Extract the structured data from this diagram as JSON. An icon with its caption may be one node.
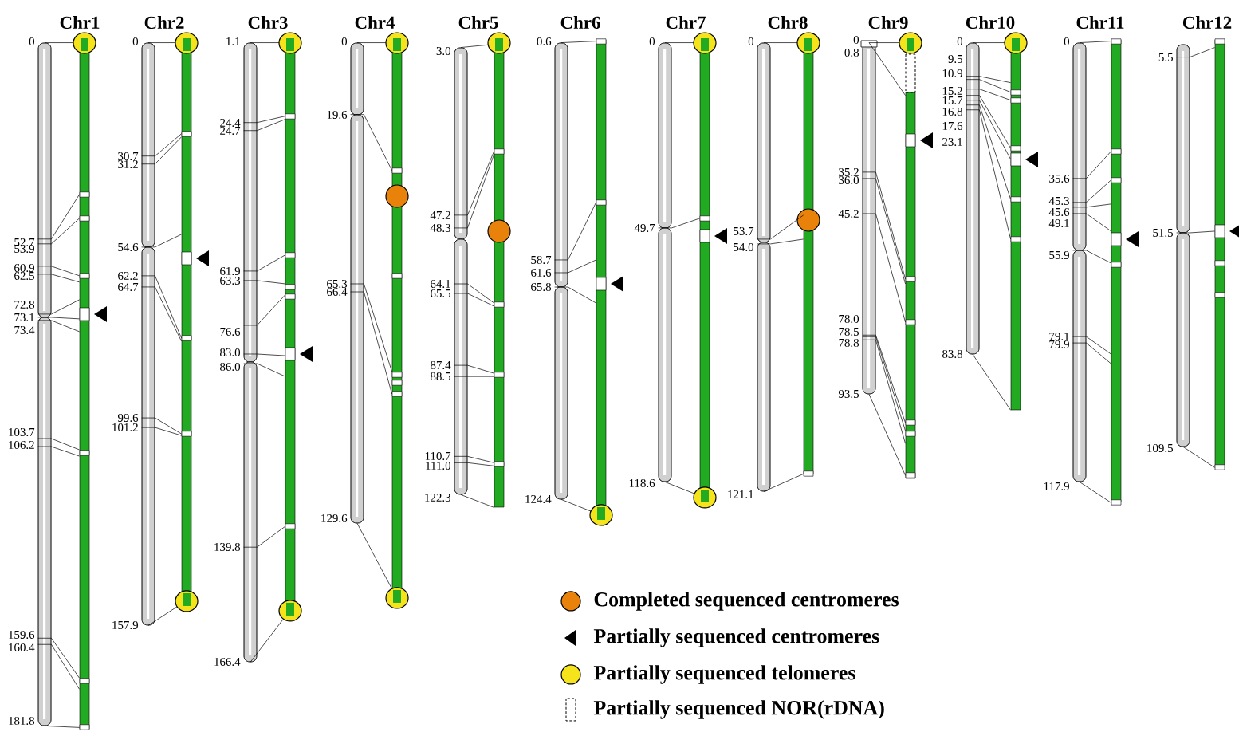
{
  "diagram": {
    "nodes": [
      {
        "text": [],
        "shape": "bar",
        "beside": [
          "0",
          "52.7",
          "53.9",
          "60.9",
          "62.5",
          "72.8",
          "73.1",
          "73.4",
          "103.7",
          "106.2",
          "159.6",
          "160.4",
          "181.8"
        ]
      },
      {
        "text": [],
        "shape": "bar"
      },
      {
        "text": [],
        "shape": "bar",
        "beside": [
          "0",
          "30.7",
          "31.2",
          "54.6",
          "62.2",
          "64.7",
          "99.6",
          "101.2",
          "157.9"
        ]
      },
      {
        "text": [],
        "shape": "bar"
      },
      {
        "text": [],
        "shape": "bar",
        "beside": [
          "1.1",
          "24.4",
          "24.7",
          "61.9",
          "63.3",
          "76.6",
          "83.0",
          "86.0",
          "139.8",
          "166.4"
        ]
      },
      {
        "text": [],
        "shape": "bar"
      },
      {
        "text": [],
        "shape": "bar",
        "beside": [
          "0",
          "19.6",
          "65.3",
          "66.4",
          "129.6"
        ]
      },
      {
        "text": [],
        "shape": "bar"
      },
      {
        "text": [],
        "shape": "bar",
        "beside": [
          "3.0",
          "47.2",
          "48.3",
          "64.1",
          "65.5",
          "87.4",
          "88.5",
          "110.7",
          "111.0",
          "122.3"
        ]
      },
      {
        "text": [],
        "shape": "bar"
      },
      {
        "text": [],
        "shape": "bar",
        "beside": [
          "0.6",
          "58.7",
          "61.6",
          "65.8",
          "124.4"
        ]
      },
      {
        "text": [],
        "shape": "bar"
      },
      {
        "text": [],
        "shape": "bar",
        "beside": [
          "0",
          "49.7",
          "118.6"
        ]
      },
      {
        "text": [],
        "shape": "bar"
      },
      {
        "text": [],
        "shape": "bar",
        "beside": [
          "0",
          "53.7",
          "54.0",
          "121.1"
        ]
      },
      {
        "text": [],
        "shape": "bar"
      },
      {
        "text": [],
        "shape": "bar",
        "beside": [
          "0",
          "0.8",
          "35.2",
          "36.0",
          "45.2",
          "78.0",
          "78.5",
          "78.8",
          "93.5"
        ]
      },
      {
        "text": [],
        "shape": "bar"
      },
      {
        "text": [],
        "shape": "bar",
        "beside": [
          "0",
          "9.5",
          "10.9",
          "15.2",
          "15.7",
          "16.8",
          "17.6",
          "23.1",
          "83.8"
        ]
      },
      {
        "text": [],
        "shape": "bar"
      },
      {
        "text": [],
        "shape": "bar",
        "beside": [
          "0",
          "35.6",
          "45.3",
          "45.6",
          "49.1",
          "55.9",
          "79.1",
          "79.9",
          "117.9"
        ]
      },
      {
        "text": [],
        "shape": "bar"
      },
      {
        "text": [],
        "shape": "bar",
        "beside": [
          "5.5",
          "51.5",
          "109.5"
        ]
      },
      {
        "text": [],
        "shape": "bar"
      }
    ],
    "edges": [
      {
        "from": 0,
        "to": 1,
        "arrow": "none"
      },
      {
        "from": 0,
        "to": 1,
        "arrow": "none"
      },
      {
        "from": 0,
        "to": 1,
        "arrow": "none"
      },
      {
        "from": 0,
        "to": 1,
        "arrow": "none"
      },
      {
        "from": 0,
        "to": 1,
        "arrow": "none"
      },
      {
        "from": 0,
        "to": 1,
        "arrow": "none"
      },
      {
        "from": 0,
        "to": 1,
        "arrow": "none"
      },
      {
        "from": 0,
        "to": 1,
        "arrow": "none"
      },
      {
        "from": 0,
        "to": 1,
        "arrow": "none"
      },
      {
        "from": 0,
        "to": 1,
        "arrow": "none"
      },
      {
        "from": 0,
        "to": 1,
        "arrow": "none"
      },
      {
        "from": 0,
        "to": 1,
        "arrow": "none"
      },
      {
        "from": 0,
        "to": 1,
        "arrow": "none"
      },
      {
        "from": 2,
        "to": 3,
        "arrow": "none"
      },
      {
        "from": 2,
        "to": 3,
        "arrow": "none"
      },
      {
        "from": 2,
        "to": 3,
        "arrow": "none"
      },
      {
        "from": 2,
        "to": 3,
        "arrow": "none"
      },
      {
        "from": 2,
        "to": 3,
        "arrow": "none"
      },
      {
        "from": 2,
        "to": 3,
        "arrow": "none"
      },
      {
        "from": 2,
        "to": 3,
        "arrow": "none"
      },
      {
        "from": 2,
        "to": 3,
        "arrow": "none"
      },
      {
        "from": 2,
        "to": 3,
        "arrow": "none"
      },
      {
        "from": 4,
        "to": 5,
        "arrow": "none"
      },
      {
        "from": 4,
        "to": 5,
        "arrow": "none"
      },
      {
        "from": 4,
        "to": 5,
        "arrow": "none"
      },
      {
        "from": 4,
        "to": 5,
        "arrow": "none"
      },
      {
        "from": 4,
        "to": 5,
        "arrow": "none"
      },
      {
        "from": 4,
        "to": 5,
        "arrow": "none"
      },
      {
        "from": 4,
        "to": 5,
        "arrow": "none"
      },
      {
        "from": 4,
        "to": 5,
        "arrow": "none"
      },
      {
        "from": 4,
        "to": 5,
        "arrow": "none"
      },
      {
        "from": 4,
        "to": 5,
        "arrow": "none"
      },
      {
        "from": 6,
        "to": 7,
        "arrow": "none"
      },
      {
        "from": 6,
        "to": 7,
        "arrow": "none"
      },
      {
        "from": 6,
        "to": 7,
        "arrow": "none"
      },
      {
        "from": 6,
        "to": 7,
        "arrow": "none"
      },
      {
        "from": 6,
        "to": 7,
        "arrow": "none"
      },
      {
        "from": 8,
        "to": 9,
        "arrow": "none"
      },
      {
        "from": 8,
        "to": 9,
        "arrow": "none"
      },
      {
        "from": 8,
        "to": 9,
        "arrow": "none"
      },
      {
        "from": 8,
        "to": 9,
        "arrow": "none"
      },
      {
        "from": 8,
        "to": 9,
        "arrow": "none"
      },
      {
        "from": 8,
        "to": 9,
        "arrow": "none"
      },
      {
        "from": 8,
        "to": 9,
        "arrow": "none"
      },
      {
        "from": 8,
        "to": 9,
        "arrow": "none"
      },
      {
        "from": 8,
        "to": 9,
        "arrow": "none"
      },
      {
        "from": 8,
        "to": 9,
        "arrow": "none"
      },
      {
        "from": 10,
        "to": 11,
        "arrow": "none"
      },
      {
        "from": 10,
        "to": 11,
        "arrow": "none"
      },
      {
        "from": 10,
        "to": 11,
        "arrow": "none"
      },
      {
        "from": 10,
        "to": 11,
        "arrow": "none"
      },
      {
        "from": 10,
        "to": 11,
        "arrow": "none"
      },
      {
        "from": 12,
        "to": 13,
        "arrow": "none"
      },
      {
        "from": 12,
        "to": 13,
        "arrow": "none"
      },
      {
        "from": 12,
        "to": 13,
        "arrow": "none"
      },
      {
        "from": 14,
        "to": 15,
        "arrow": "none"
      },
      {
        "from": 14,
        "to": 15,
        "arrow": "none"
      },
      {
        "from": 14,
        "to": 15,
        "arrow": "none"
      },
      {
        "from": 14,
        "to": 15,
        "arrow": "none"
      },
      {
        "from": 16,
        "to": 17,
        "arrow": "none"
      },
      {
        "from": 16,
        "to": 17,
        "arrow": "none"
      },
      {
        "from": 16,
        "to": 17,
        "arrow": "none"
      },
      {
        "from": 16,
        "to": 17,
        "arrow": "none"
      },
      {
        "from": 16,
        "to": 17,
        "arrow": "none"
      },
      {
        "from": 16,
        "to": 17,
        "arrow": "none"
      },
      {
        "from": 16,
        "to": 17,
        "arrow": "none"
      },
      {
        "from": 16,
        "to": 17,
        "arrow": "none"
      },
      {
        "from": 16,
        "to": 17,
        "arrow": "none"
      },
      {
        "from": 18,
        "to": 19,
        "arrow": "none"
      },
      {
        "from": 18,
        "to": 19,
        "arrow": "none"
      },
      {
        "from": 18,
        "to": 19,
        "arrow": "none"
      },
      {
        "from": 18,
        "to": 19,
        "arrow": "none"
      },
      {
        "from": 18,
        "to": 19,
        "arrow": "none"
      },
      {
        "from": 18,
        "to": 19,
        "arrow": "none"
      },
      {
        "from": 18,
        "to": 19,
        "arrow": "none"
      },
      {
        "from": 18,
        "to": 19,
        "arrow": "none"
      },
      {
        "from": 18,
        "to": 19,
        "arrow": "none"
      },
      {
        "from": 20,
        "to": 21,
        "arrow": "none"
      },
      {
        "from": 20,
        "to": 21,
        "arrow": "none"
      },
      {
        "from": 20,
        "to": 21,
        "arrow": "none"
      },
      {
        "from": 20,
        "to": 21,
        "arrow": "none"
      },
      {
        "from": 20,
        "to": 21,
        "arrow": "none"
      },
      {
        "from": 20,
        "to": 21,
        "arrow": "none"
      },
      {
        "from": 20,
        "to": 21,
        "arrow": "none"
      },
      {
        "from": 20,
        "to": 21,
        "arrow": "none"
      },
      {
        "from": 20,
        "to": 21,
        "arrow": "none"
      },
      {
        "from": 22,
        "to": 23,
        "arrow": "none"
      },
      {
        "from": 22,
        "to": 23,
        "arrow": "none"
      },
      {
        "from": 22,
        "to": 23,
        "arrow": "none"
      }
    ],
    "labels": [
      "Chr1",
      "Chr2",
      "Chr3",
      "Chr4",
      "Chr5",
      "Chr6",
      "Chr7",
      "Chr8",
      "Chr9",
      "Chr10",
      "Chr11",
      "Chr12"
    ],
    "legend": [
      {
        "text": "Completed sequenced centromeres",
        "color": "#e8820a"
      },
      {
        "text": "Partially sequenced centromeres"
      },
      {
        "text": "Partially sequenced telomeres",
        "color": "#f5e31c"
      },
      {
        "text": "Partially sequenced NOR(rDNA)"
      }
    ]
  }
}
